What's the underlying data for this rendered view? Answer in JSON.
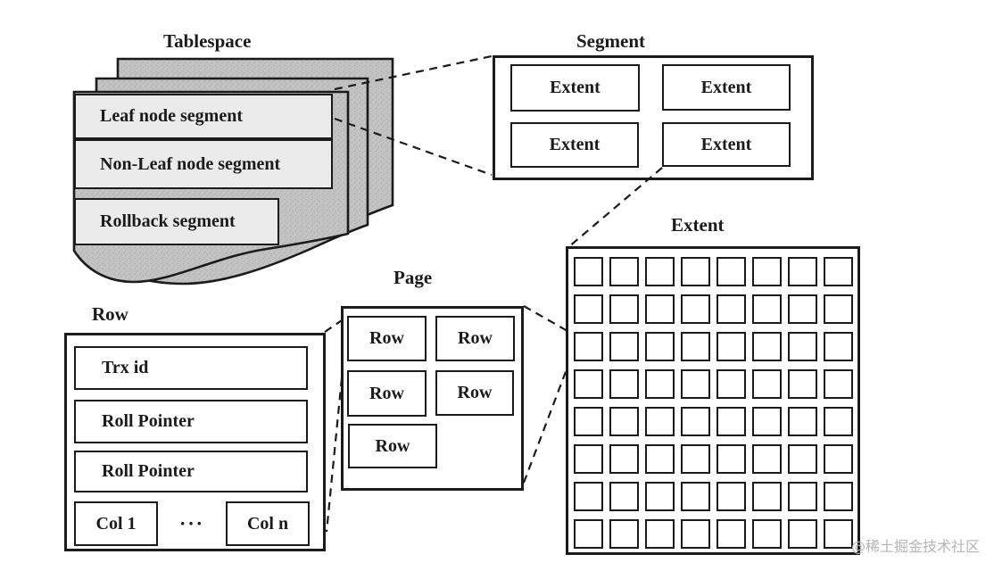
{
  "diagram": {
    "tablespace": {
      "label": "Tablespace",
      "segments": [
        "Leaf node segment",
        "Non-Leaf node segment",
        "Rollback segment"
      ]
    },
    "segment": {
      "label": "Segment",
      "extents": [
        "Extent",
        "Extent",
        "Extent",
        "Extent"
      ]
    },
    "extent": {
      "label": "Extent",
      "grid": {
        "rows": 8,
        "cols": 8
      }
    },
    "page": {
      "label": "Page",
      "row_cells": [
        "Row",
        "Row",
        "Row",
        "Row",
        "Row"
      ]
    },
    "row": {
      "label": "Row",
      "fields": [
        "Trx id",
        "Roll Pointer",
        "Roll Pointer"
      ],
      "col_first": "Col 1",
      "col_ellipsis": "···",
      "col_last": "Col n"
    }
  },
  "watermark": "@稀土掘金技术社区",
  "colors": {
    "ink": "#1b1b1b",
    "sheet": "#c3c3c3",
    "sheet_speckle": "#a9a9a9",
    "bar": "#ebebeb",
    "watermark": "#b5b5b5",
    "background": "#ffffff"
  }
}
